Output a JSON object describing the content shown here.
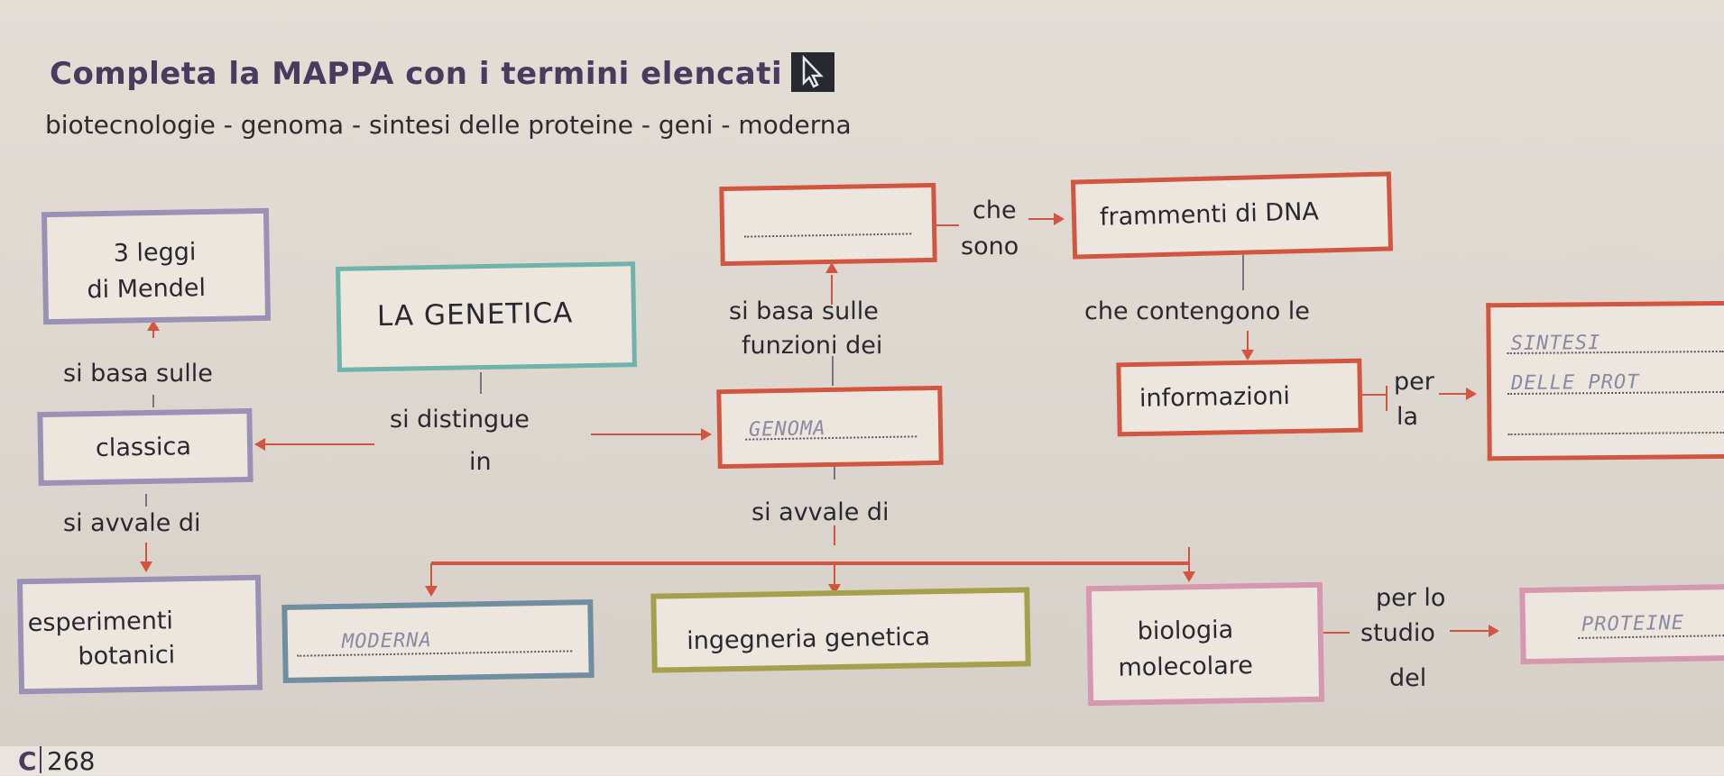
{
  "instruction": {
    "title": "Completa la MAPPA con i termini elencati",
    "terms": "biotecnologie - genoma - sintesi delle proteine - geni - moderna"
  },
  "concept_map": {
    "center": "LA GENETICA",
    "left_top_box": "3 leggi di Mendel",
    "left_top_box_line1": "3 leggi",
    "left_top_box_line2": "di Mendel",
    "si_basa_sulle_left": "si basa sulle",
    "classica": "classica",
    "si_distingue": "si distingue",
    "in": "in",
    "si_avvale_di_left": "si avvale di",
    "esperimenti_line1": "esperimenti",
    "esperimenti_line2": "botanici",
    "si_basa_sulle_funzioni_line1": "si basa sulle",
    "si_basa_sulle_funzioni_line2": "funzioni dei",
    "che": "che",
    "sono": "sono",
    "frammenti": "frammenti di DNA",
    "che_contengono": "che contengono le",
    "informazioni": "informazioni",
    "per": "per",
    "la": "la",
    "si_avvale_di_center": "si avvale di",
    "ingegneria": "ingegneria genetica",
    "biologia_line1": "biologia",
    "biologia_line2": "molecolare",
    "per_lo": "per lo",
    "studio": "studio",
    "del": "del"
  },
  "handwritten": {
    "genoma_blank": "GENOMA",
    "sintesi_1": "SINTESI",
    "sintesi_2": "DELLE PROT",
    "moderna_blank": "MODERNA",
    "proteine_blank": "PROTEINE"
  },
  "page": {
    "prefix": "C",
    "number": "268"
  },
  "colors": {
    "purple": "#9a92b4",
    "red": "#d4553f",
    "teal": "#6fb3aa",
    "blue": "#6f8fa0",
    "olive": "#a6a04c",
    "pink": "#d598ae",
    "title": "#4a3a5e"
  }
}
